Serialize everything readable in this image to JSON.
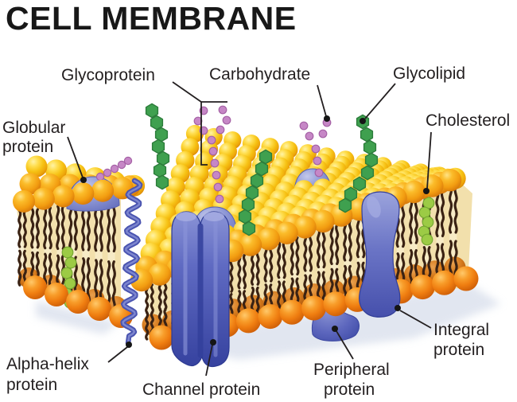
{
  "figure": {
    "title": "CELL MEMBRANE",
    "type": "labeled-biology-diagram",
    "labels": {
      "glycoprotein": "Glycoprotein",
      "carbohydrate": "Carbohydrate",
      "glycolipid": "Glycolipid",
      "cholesterol": "Cholesterol",
      "globular_protein": {
        "line1": "Globular",
        "line2": "protein"
      },
      "alpha_helix_protein": {
        "line1": "Alpha-helix",
        "line2": "protein"
      },
      "channel_protein": "Channel protein",
      "peripheral_protein": {
        "line1": "Peripheral",
        "line2": "protein"
      },
      "integral_protein": {
        "line1": "Integral",
        "line2": "protein"
      }
    },
    "colors": {
      "background": "#FFFFFF",
      "label_text": "#231F20",
      "lipid_head_top": "#F6C214",
      "lipid_head_front": "#F29C10",
      "lipid_head_bottom": "#EF7D10",
      "membrane_interior": "#F2E0AC",
      "interior_stripe": "#F8EDCB",
      "lipid_tail": "#3A2213",
      "protein_blue": "#5F6AC2",
      "protein_blue_dark": "#36429F",
      "carbohydrate_purple": "#C687C6",
      "glycan_green": "#3FA04F",
      "cholesterol_green": "#9CCB45"
    }
  }
}
